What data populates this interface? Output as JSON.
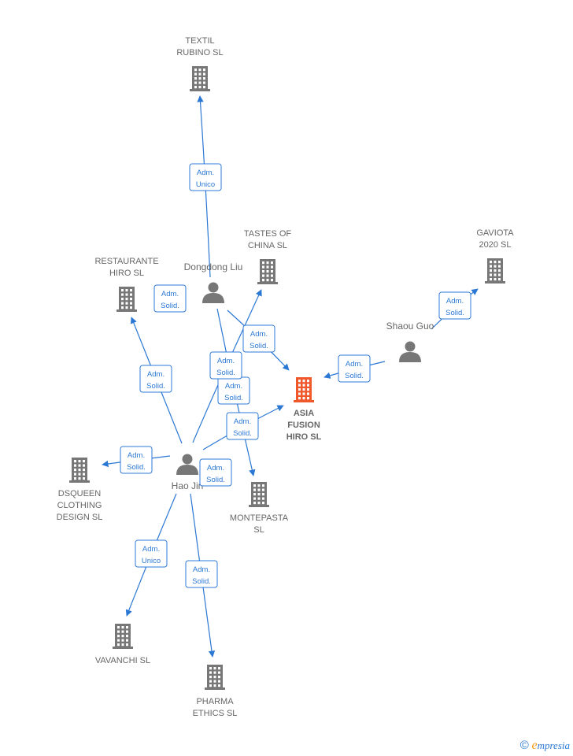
{
  "companies": [
    {
      "id": "textil",
      "lines": [
        "TEXTIL",
        "RUBINO  SL"
      ],
      "main": false
    },
    {
      "id": "tastes",
      "lines": [
        "TASTES OF",
        "CHINA  SL"
      ],
      "main": false
    },
    {
      "id": "gaviota",
      "lines": [
        "GAVIOTA",
        "2020  SL"
      ],
      "main": false
    },
    {
      "id": "restaurante",
      "lines": [
        "RESTAURANTE",
        "HIRO  SL"
      ],
      "main": false
    },
    {
      "id": "asia",
      "lines": [
        "ASIA",
        "FUSION",
        "HIRO  SL"
      ],
      "main": true
    },
    {
      "id": "dsqueen",
      "lines": [
        "DSQUEEN",
        "CLOTHING",
        "DESIGN  SL"
      ],
      "main": false
    },
    {
      "id": "montepasta",
      "lines": [
        "MONTEPASTA",
        "SL"
      ],
      "main": false
    },
    {
      "id": "vavanchi",
      "lines": [
        "VAVANCHI  SL"
      ],
      "main": false
    },
    {
      "id": "pharma",
      "lines": [
        "PHARMA",
        "ETHICS  SL"
      ],
      "main": false
    }
  ],
  "persons": [
    {
      "id": "dongdong",
      "name": "Dongdong Liu"
    },
    {
      "id": "shaou",
      "name": "Shaou Guo"
    },
    {
      "id": "haojin",
      "name": "Hao Jin"
    }
  ],
  "edges": [
    {
      "from": "dongdong",
      "to": "textil",
      "lines": [
        "Adm.",
        "Unico"
      ]
    },
    {
      "from": "dongdong",
      "to": "asia",
      "lines": [
        "Adm.",
        "Solid."
      ]
    },
    {
      "from": "dongdong",
      "to": "montepasta",
      "lines": [
        "Adm.",
        "Solid."
      ]
    },
    {
      "from": "shaou",
      "to": "asia",
      "lines": [
        "Adm.",
        "Solid."
      ]
    },
    {
      "from": "shaou",
      "to": "gaviota",
      "lines": [
        "Adm.",
        "Solid."
      ]
    },
    {
      "from": "haojin",
      "to": "restaurante",
      "lines": [
        "Adm.",
        "Solid."
      ]
    },
    {
      "from": "haojin",
      "to": "tastes",
      "lines": [
        "Adm.",
        "Solid."
      ]
    },
    {
      "from": "haojin",
      "to": "asia",
      "lines": [
        "Adm.",
        "Solid."
      ]
    },
    {
      "from": "haojin",
      "to": "dsqueen",
      "lines": [
        "Adm.",
        "Solid."
      ]
    },
    {
      "from": "haojin",
      "to": "vavanchi",
      "lines": [
        "Adm.",
        "Unico"
      ]
    },
    {
      "from": "haojin",
      "to": "pharma",
      "lines": [
        "Adm.",
        "Solid."
      ]
    },
    {
      "from": "haojin",
      "to": "montepasta",
      "lines": [
        "Adm.",
        "Solid."
      ]
    },
    {
      "from": "restaurante",
      "to": "restaurante",
      "lines": [
        "Adm.",
        "Solid."
      ]
    }
  ],
  "colors": {
    "edge": "#2b78d4",
    "building": "#777777",
    "main_building": "#f0582c",
    "person": "#777777"
  },
  "footer": {
    "copyright_symbol": "©",
    "brand_initial": "e",
    "brand_rest": "mpresia"
  }
}
